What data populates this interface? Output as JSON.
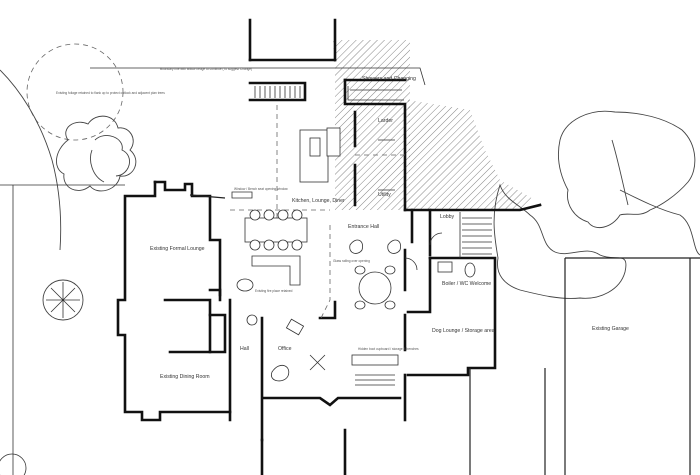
{
  "labels": {
    "boundary_note": "Boundary line with willow hedge to continue (To suggest Change)",
    "tree_note": "Existing foliage retained to flank up to protect outlook and adjacent plan trees",
    "showers": "Showers and Changing",
    "larder": "Larder",
    "utility": "Utility",
    "kitchen": "Kitchen, Lounge, Diner",
    "entrance_hall": "Entrance Hall",
    "lobby": "Lobby",
    "formal_lounge": "Existing Formal Lounge",
    "boiler": "Boiler / WC Welcome",
    "dog_lounge": "Dog Lounge / Storage area",
    "garage": "Existing Garage",
    "hall": "Hall",
    "office": "Office",
    "dining": "Existing Dining Room",
    "note_window": "Window / Bench seat opening window",
    "note_railing": "Glass railing over opening",
    "note_fire": "Existing fire place retained",
    "note_shelves": "Hidden boot cupboard / storage & benches"
  }
}
